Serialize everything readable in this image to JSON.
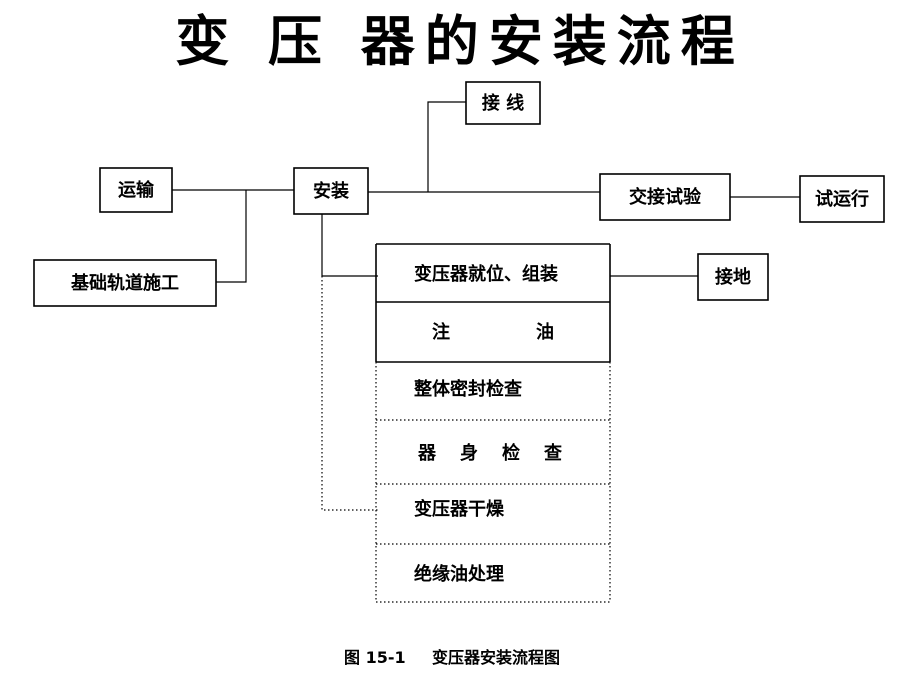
{
  "title": "变 压 器的安装流程",
  "nodes": {
    "transport": "运输",
    "foundation": "基础轨道施工",
    "install": "安装",
    "wiring": "接 线",
    "handover_test": "交接试验",
    "trial_run": "试运行",
    "grounding": "接地"
  },
  "steps": {
    "s1": "变压器就位、组装",
    "s2a": "注",
    "s2b": "油",
    "s3": "整体密封检查",
    "s4a": "器",
    "s4b": "身",
    "s4c": "检",
    "s4d": "查",
    "s5": "变压器干燥",
    "s6": "绝缘油处理"
  },
  "caption": {
    "label": "图 15-1",
    "text": "变压器安装流程图"
  }
}
